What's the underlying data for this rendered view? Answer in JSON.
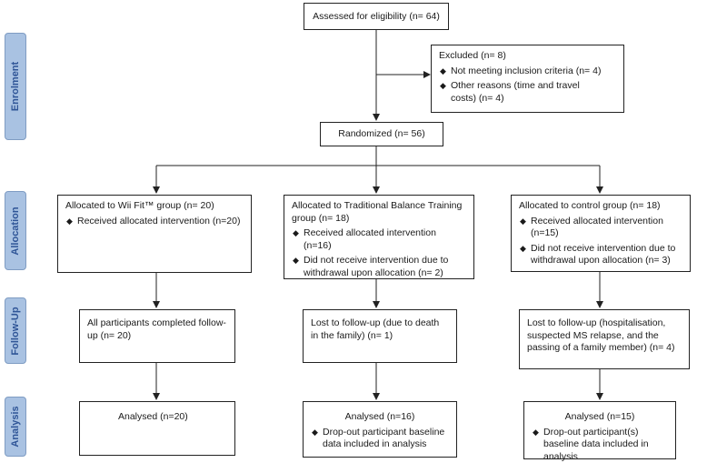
{
  "stages": {
    "enrolment": "Enrolment",
    "allocation": "Allocation",
    "followup": "Follow-Up",
    "analysis": "Analysis"
  },
  "assessed": "Assessed for eligibility (n= 64)",
  "excluded": {
    "title": "Excluded (n= 8)",
    "items": [
      "Not meeting inclusion criteria (n= 4)",
      "Other reasons (time and travel costs) (n= 4)"
    ]
  },
  "randomized": "Randomized (n= 56)",
  "allocation": [
    {
      "title": "Allocated to Wii Fit™ group (n= 20)",
      "items": [
        "Received allocated intervention (n=20)"
      ]
    },
    {
      "title": "Allocated to Traditional Balance Training group (n= 18)",
      "items": [
        "Received allocated intervention (n=16)",
        "Did not receive intervention due to withdrawal upon allocation (n= 2)"
      ]
    },
    {
      "title": "Allocated to control group (n= 18)",
      "items": [
        "Received allocated intervention (n=15)",
        "Did not receive intervention due to withdrawal upon allocation (n= 3)"
      ]
    }
  ],
  "followup": [
    "All participants completed follow-up (n= 20)",
    "Lost to follow-up (due to death in the family) (n= 1)",
    "Lost to follow-up (hospitalisation, suspected MS relapse, and the passing of a family member) (n= 4)"
  ],
  "analysis": [
    {
      "title": "Analysed (n=20)",
      "items": []
    },
    {
      "title": "Analysed (n=16)",
      "items": [
        "Drop-out participant baseline data included in analysis"
      ]
    },
    {
      "title": "Analysed (n=15)",
      "items": [
        "Drop-out participant(s) baseline data included in analysis"
      ]
    }
  ]
}
